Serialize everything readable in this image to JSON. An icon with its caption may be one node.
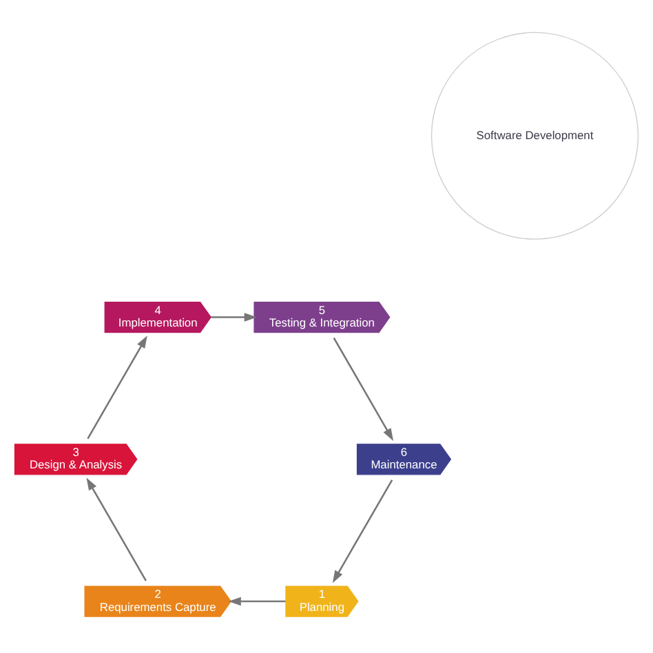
{
  "diagram": {
    "nodes": [
      {
        "text": [
          "1",
          "Planning"
        ]
      },
      {
        "text": [
          "2",
          "Requirements Capture"
        ]
      },
      {
        "text": [
          "3",
          "Design & Analysis"
        ]
      },
      {
        "text": [
          "4",
          "Implementation"
        ]
      },
      {
        "text": [
          "5",
          "Testing & Integration"
        ]
      },
      {
        "text": [
          "6",
          "Maintenance"
        ]
      },
      {
        "text": [
          "Software Development"
        ]
      }
    ],
    "edges": [
      {
        "from": 0,
        "to": 1,
        "arrow": "to"
      },
      {
        "from": 1,
        "to": 2,
        "arrow": "to"
      },
      {
        "from": 2,
        "to": 3,
        "arrow": "to"
      },
      {
        "from": 3,
        "to": 4,
        "arrow": "to"
      },
      {
        "from": 4,
        "to": 5,
        "arrow": "to"
      },
      {
        "from": 5,
        "to": 0,
        "arrow": "to"
      }
    ]
  }
}
